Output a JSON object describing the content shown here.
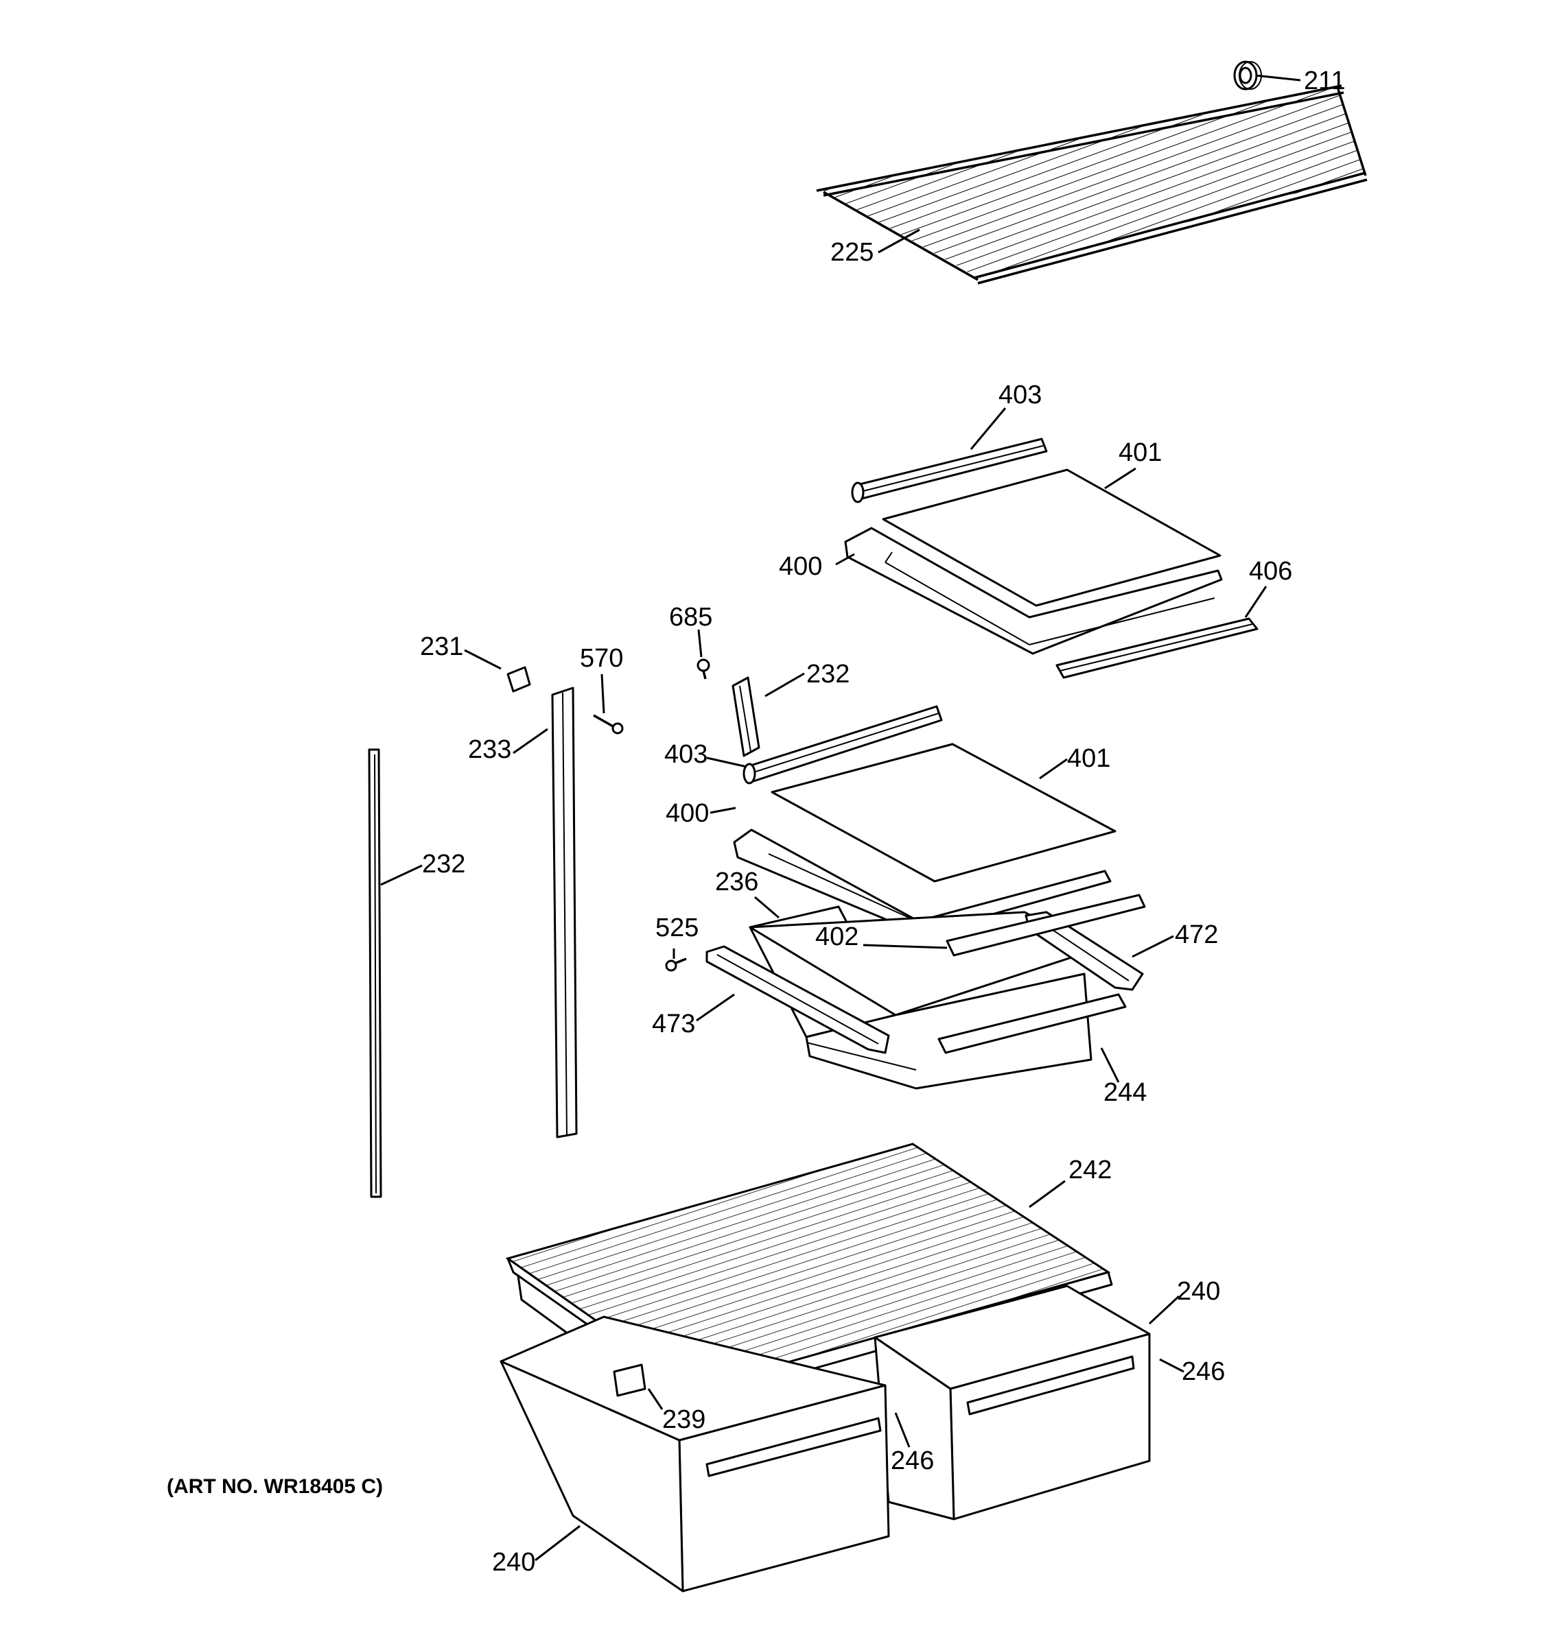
{
  "art_number": "(ART NO. WR18405 C)",
  "callouts": {
    "c211": "211",
    "c225": "225",
    "c403a": "403",
    "c401a": "401",
    "c400a": "400",
    "c406": "406",
    "c685": "685",
    "c231": "231",
    "c570": "570",
    "c232a": "232",
    "c233": "233",
    "c403b": "403",
    "c401b": "401",
    "c400b": "400",
    "c232b": "232",
    "c236": "236",
    "c525": "525",
    "c402": "402",
    "c472": "472",
    "c473": "473",
    "c244": "244",
    "c242": "242",
    "c240a": "240",
    "c246a": "246",
    "c239": "239",
    "c246b": "246",
    "c240b": "240"
  }
}
